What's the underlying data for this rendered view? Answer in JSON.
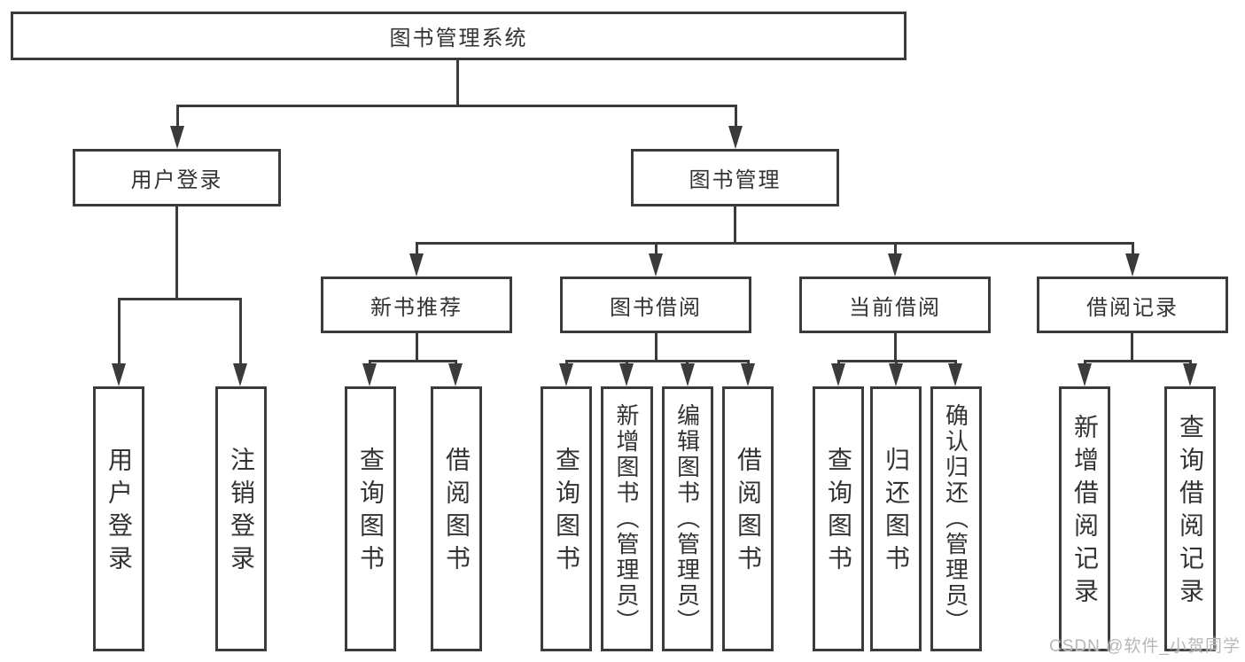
{
  "diagram": {
    "root": {
      "label": "图书管理系统"
    },
    "branches": [
      {
        "label": "用户登录",
        "children": [
          {
            "label": "用户登录"
          },
          {
            "label": "注销登录"
          }
        ]
      },
      {
        "label": "图书管理",
        "children": [
          {
            "label": "新书推荐",
            "children": [
              {
                "label": "查询图书"
              },
              {
                "label": "借阅图书"
              }
            ]
          },
          {
            "label": "图书借阅",
            "children": [
              {
                "label": "查询图书"
              },
              {
                "label": "新增图书（管理员）"
              },
              {
                "label": "编辑图书（管理员）"
              },
              {
                "label": "借阅图书"
              }
            ]
          },
          {
            "label": "当前借阅",
            "children": [
              {
                "label": "查询图书"
              },
              {
                "label": "归还图书"
              },
              {
                "label": "确认归还（管理员）"
              }
            ]
          },
          {
            "label": "借阅记录",
            "children": [
              {
                "label": "新增借阅记录"
              },
              {
                "label": "查询借阅记录"
              }
            ]
          }
        ]
      }
    ]
  },
  "watermark": {
    "text": "CSDN @软件_小贺同学"
  },
  "colors": {
    "line": "#3b3b3b",
    "text": "#333333",
    "background": "#ffffff",
    "watermark": "#b7b7b7"
  }
}
